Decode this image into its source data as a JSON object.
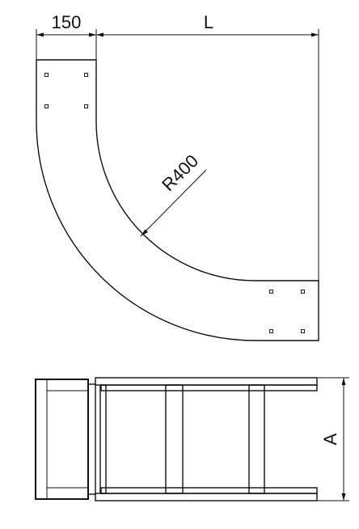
{
  "dimensions": {
    "width_label": "150",
    "length_label": "L",
    "radius_label": "R400",
    "height_label": "A"
  }
}
